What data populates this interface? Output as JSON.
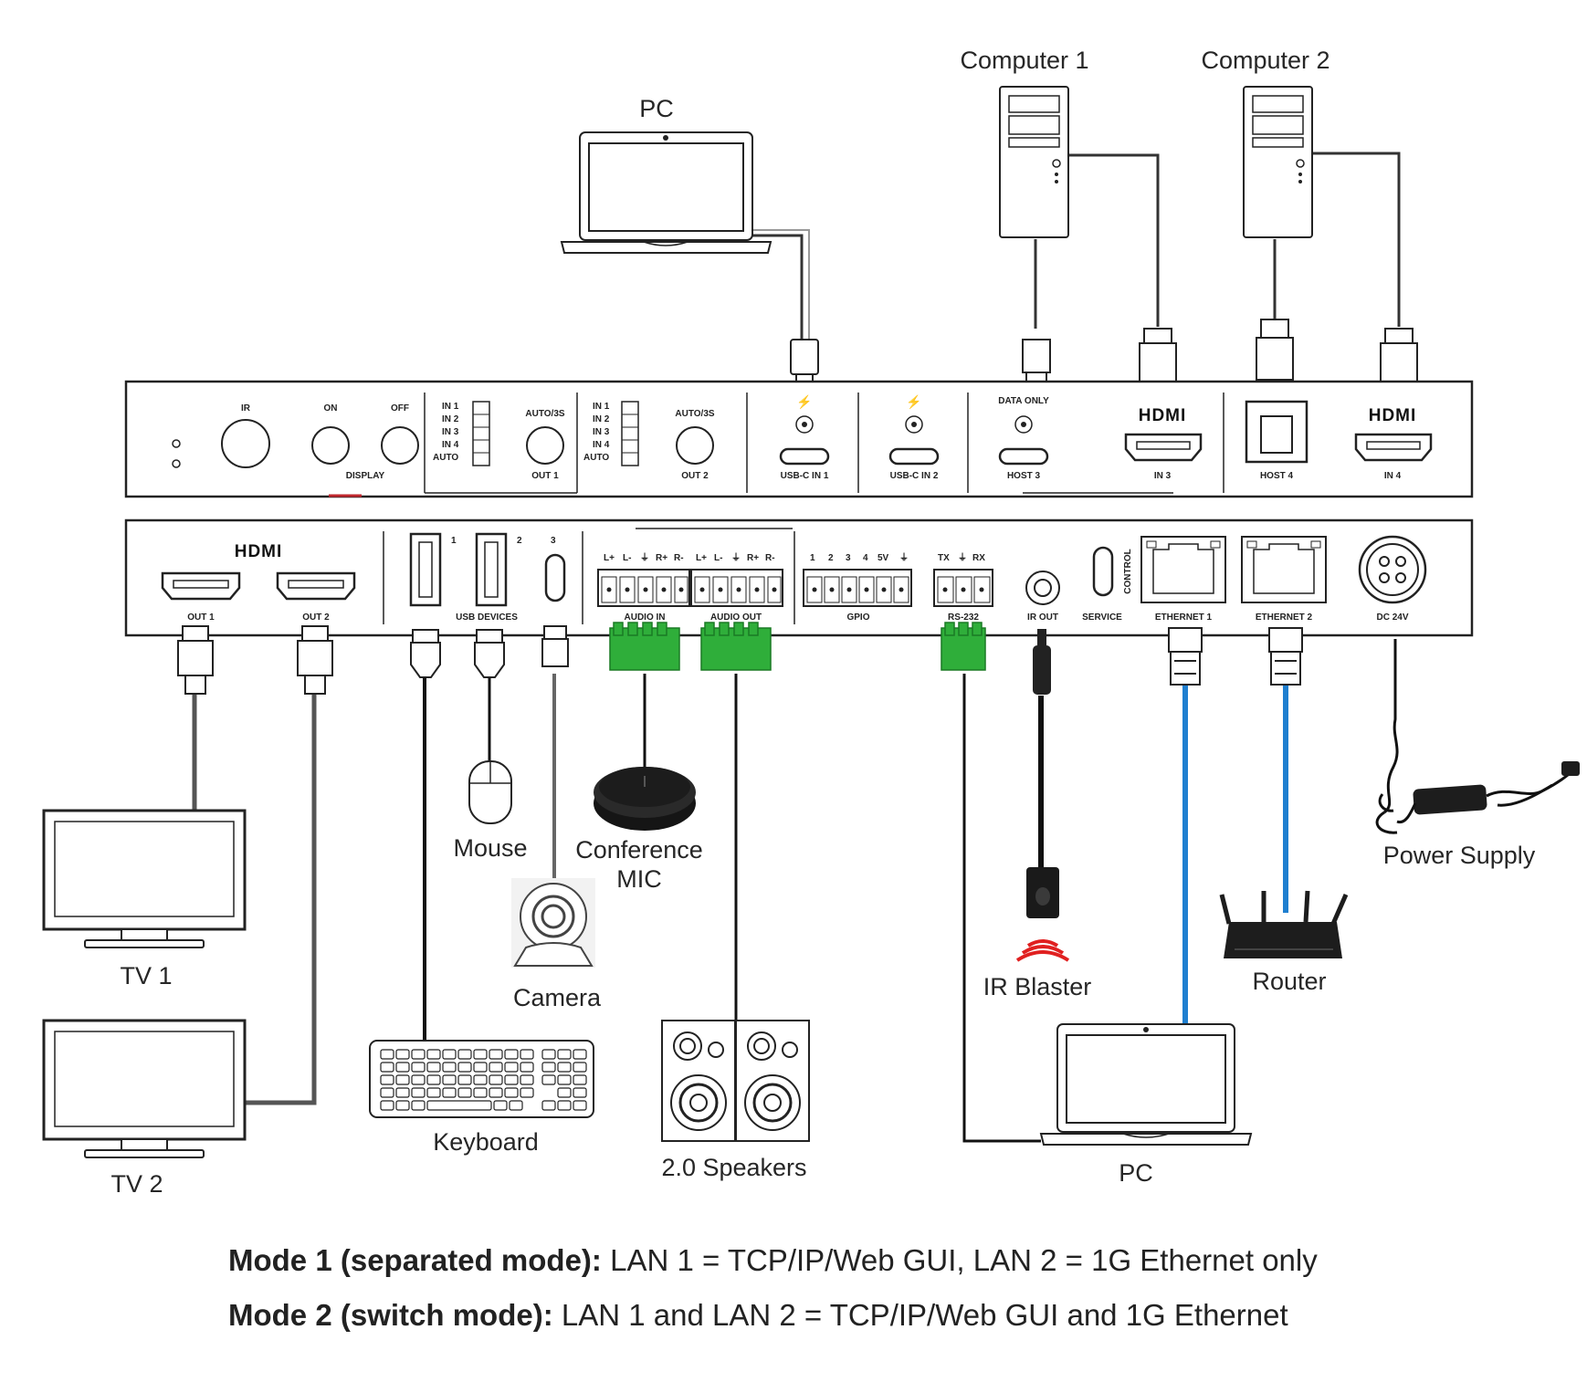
{
  "devices": {
    "pc_top": "PC",
    "computer1": "Computer 1",
    "computer2": "Computer 2",
    "tv1": "TV 1",
    "tv2": "TV 2",
    "mouse": "Mouse",
    "conference_mic": [
      "Conference",
      "MIC"
    ],
    "camera": "Camera",
    "keyboard": "Keyboard",
    "speakers": "2.0 Speakers",
    "ir_blaster": "IR Blaster",
    "pc_bottom": "PC",
    "router": "Router",
    "power_supply": "Power Supply"
  },
  "front_panel": {
    "ir": "IR",
    "on": "ON",
    "off": "OFF",
    "display": "DISPLAY",
    "inputs_indicator": [
      "IN 1",
      "IN 2",
      "IN 3",
      "IN 4",
      "AUTO"
    ],
    "auto_3s": "AUTO/3S",
    "out1": "OUT 1",
    "out2": "OUT 2",
    "usbc_in1": "USB-C IN 1",
    "usbc_in2": "USB-C IN 2",
    "data_only": "DATA ONLY",
    "host3": "HOST 3",
    "hdmi_logo": "HDMI",
    "in3": "IN 3",
    "host4": "HOST 4",
    "in4": "IN 4"
  },
  "rear_panel": {
    "hdmi_logo": "HDMI",
    "out1": "OUT 1",
    "out2": "OUT 2",
    "usb_numbers": [
      "1",
      "2",
      "3"
    ],
    "usb_devices": "USB DEVICES",
    "audio_pins": [
      "L+",
      "L-",
      "⏚",
      "R+",
      "R-"
    ],
    "audio_in": "AUDIO IN",
    "audio_out": "AUDIO OUT",
    "gpio_pins": [
      "1",
      "2",
      "3",
      "4",
      "5V",
      "⏚"
    ],
    "gpio": "GPIO",
    "rs232_pins": [
      "TX",
      "⏚",
      "RX"
    ],
    "rs232": "RS-232",
    "ir_out": "IR OUT",
    "service": "SERVICE",
    "control": "CONTROL",
    "ethernet1": "ETHERNET 1",
    "ethernet2": "ETHERNET 2",
    "dc24v": "DC 24V"
  },
  "notes": {
    "mode1_bold": "Mode 1 (separated mode):",
    "mode1_text": " LAN 1 = TCP/IP/Web GUI, LAN 2 = 1G Ethernet only",
    "mode2_bold": "Mode 2 (switch mode):",
    "mode2_text": " LAN 1 and LAN 2 = TCP/IP/Web GUI and 1G Ethernet"
  },
  "colors": {
    "cable": "#111111",
    "ethernet_cable": "#1f7fd0",
    "terminal_green": "#2fae3a",
    "ir_red": "#e02020",
    "display_red": "#c0272d"
  }
}
